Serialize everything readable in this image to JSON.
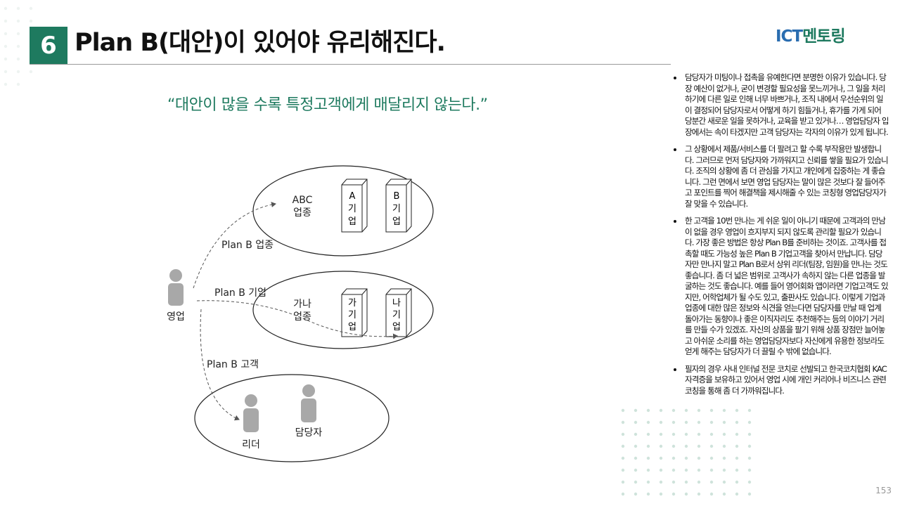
{
  "header": {
    "number": "6",
    "title": "Plan B(대안)이 있어야 유리해진다.",
    "logo_part1": "ICT",
    "logo_part2": "멘토링"
  },
  "quote": "“대안이 많을 수록 특정고객에게 매달리지 않는다.”",
  "diagram": {
    "left_person_label": "영업",
    "ellipse1": {
      "label_line1": "ABC",
      "label_line2": "업종",
      "box1": [
        "A",
        "기",
        "업"
      ],
      "box2": [
        "B",
        "기",
        "업"
      ]
    },
    "ellipse2": {
      "label_line1": "가나",
      "label_line2": "업종",
      "box1": [
        "가",
        "기",
        "업"
      ],
      "box2": [
        "나",
        "기",
        "업"
      ]
    },
    "ellipse3": {
      "person1_label": "리더",
      "person2_label": "담당자"
    },
    "arrow_labels": {
      "industry": "Plan B 업종",
      "company": "Plan B 기업",
      "customer": "Plan B 고객"
    }
  },
  "bullets": [
    "담당자가 미팅이나 접촉을 유예한다면 분명한 이유가 있습니다. 당장 예산이 없거나, 굳이 변경할 필요성을 못느끼거나, 그 일을 처리하기에 다른 일로 인해 너무 바쁘거나, 조직 내에서 우선순위의 일이 결정되어 담당자로서 어떻게 하기 힘들거나, 휴가를 가게 되어 당분간 새로운 일을 못하거나, 교육을 받고 있거나… 영업담당자 입장에서는 속이 타겠지만 고객 담당자는 각자의 이유가 있게 됩니다.",
    "그 상황에서 제품/서비스를 더 팔려고 할 수록 부작용만 발생합니다. 그러므로 먼저 담당자와 가까워지고 신뢰를 쌓을 필요가 있습니다. 조직의 상황에 좀 더 관심을 가지고 개인에게 집중하는 게 좋습니다. 그런 면에서 보면 영업 담당자는 말이 많은 것보다 잘 들어주고 포인트를 찍어 해결책을 제시해줄 수 있는 코칭형 영업담당자가 잘 맞을 수 있습니다.",
    "한 고객을 10번 만나는 게 쉬운 일이 아니기 때문에 고객과의 만남이 없을 경우 영업이 흐지부지 되지 않도록 관리할 필요가 있습니다. 가장 좋은 방법은 항상 Plan B를 준비하는 것이죠. 고객사를 접촉할 때도 가능성 높은 Plan B 기업고객을 찾아서 만납니다. 담당자만 만나지 말고 Plan B로서 상위 리더(팀장, 임원)을 만나는 것도 좋습니다. 좀 더 넓은 범위로 고객사가 속하지 않는 다른 업종을 발굴하는 것도 좋습니다. 예를 들어 영어회화 앱이라면 기업고객도 있지만, 어학업체가 될 수도 있고, 출판사도 있습니다. 이렇게 기업과 업종에 대한 많은 정보와 식견을 얻는다면 담당자를 만날 때 업계 돌아가는 동향이나 좋은 이직자리도 추천해주는 등의 이야기 거리를 만들 수가 있겠죠. 자신의 상품을 팔기 위해 상품 장점만 늘어놓고 아쉬운 소리를 하는 영업담당자보다 자신에게 유용한 정보라도 얻게 해주는 담당자가 더 끌릴 수 밖에 없습니다.",
    "필자의 경우 사내 인터널 전문 코치로 선발되고 한국코치협회 KAC 자격증을 보유하고 있어서 영업 시에 개인 커리어나 비즈니스 관련 코칭을 통해 좀 더 가까워집니다."
  ],
  "page_number": "153",
  "colors": {
    "accent": "#1e7a5f",
    "logo_blue": "#2a6db0",
    "person": "#a8a8a8",
    "dots": "#cfe3db"
  }
}
